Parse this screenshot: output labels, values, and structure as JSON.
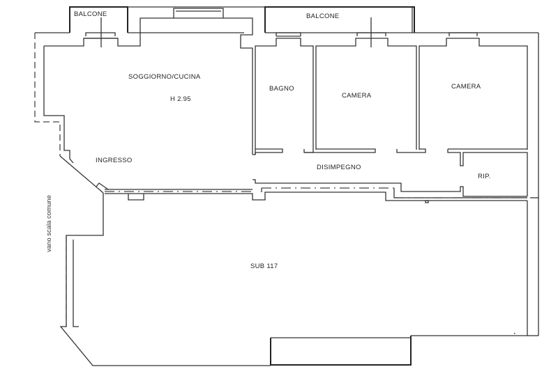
{
  "plan": {
    "rooms": [
      {
        "id": "balcone-left",
        "label": "BALCONE"
      },
      {
        "id": "balcone-right",
        "label": "BALCONE"
      },
      {
        "id": "soggiorno",
        "label": "SOGGIORNO/CUCINA"
      },
      {
        "id": "height",
        "label": "H 2.95"
      },
      {
        "id": "bagno",
        "label": "BAGNO"
      },
      {
        "id": "camera-1",
        "label": "CAMERA"
      },
      {
        "id": "camera-2",
        "label": "CAMERA"
      },
      {
        "id": "ingresso",
        "label": "INGRESSO"
      },
      {
        "id": "disimpegno",
        "label": "DISIMPEGNO"
      },
      {
        "id": "rip",
        "label": "RIP."
      },
      {
        "id": "sub",
        "label": "SUB 117"
      }
    ],
    "annotations": {
      "stairwell": "vano scala comune"
    },
    "colors": {
      "line": "#333333",
      "background": "#ffffff"
    }
  }
}
